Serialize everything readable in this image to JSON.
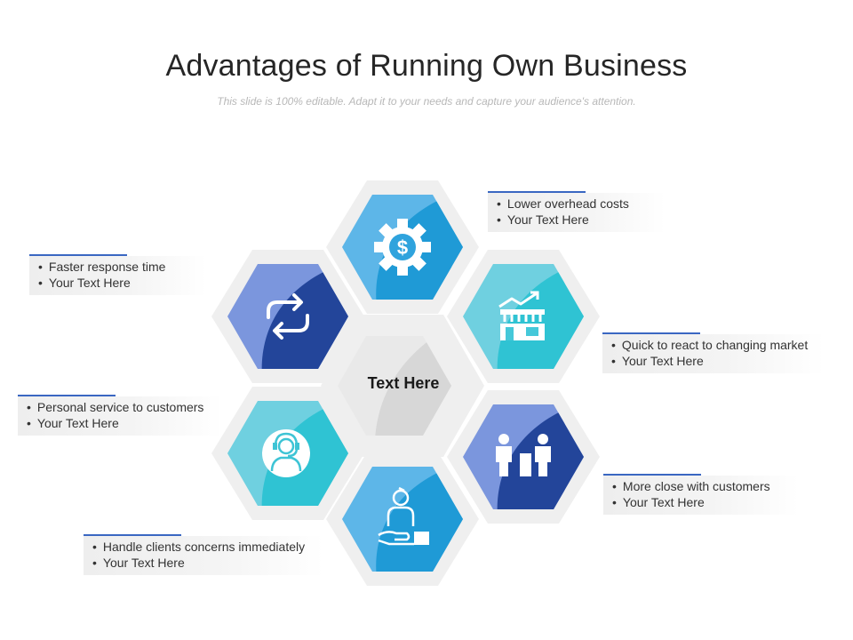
{
  "slide": {
    "title": "Advantages of Running Own Business",
    "subtitle": "This slide is 100% editable. Adapt it to your needs and capture your audience's attention.",
    "center_label": "Text Here"
  },
  "colors": {
    "hex_outer": "#efefef",
    "center_light": "#e9e9e9",
    "center_dark": "#d7d7d7",
    "blue_light": "#5db6e8",
    "blue_dark": "#1f9ad6",
    "teal_light": "#6fd0e0",
    "teal_dark": "#2fc3d3",
    "navy_light": "#7b96dd",
    "navy_dark": "#23459a",
    "callout_rule": "#3a67c2"
  },
  "hexagons": [
    {
      "id": "top",
      "icon": "dollar-gear-icon",
      "palette": "blue"
    },
    {
      "id": "upper-right",
      "icon": "storefront-growth-icon",
      "palette": "teal"
    },
    {
      "id": "lower-right",
      "icon": "meeting-people-icon",
      "palette": "navy"
    },
    {
      "id": "bottom",
      "icon": "service-person-hand-icon",
      "palette": "blue"
    },
    {
      "id": "lower-left",
      "icon": "headset-support-icon",
      "palette": "teal"
    },
    {
      "id": "upper-left",
      "icon": "refresh-arrows-icon",
      "palette": "navy"
    }
  ],
  "callouts": {
    "lower_overhead": {
      "line1": "Lower overhead costs",
      "line2": "Your Text Here"
    },
    "faster_response": {
      "line1": "Faster response time",
      "line2": "Your Text Here"
    },
    "quick_react": {
      "line1": "Quick to react to changing market",
      "line2": "Your Text Here"
    },
    "personal_service": {
      "line1": "Personal service to customers",
      "line2": "Your Text Here"
    },
    "more_close": {
      "line1": "More close with customers",
      "line2": "Your Text Here"
    },
    "handle_clients": {
      "line1": "Handle clients concerns immediately",
      "line2": "Your Text Here"
    }
  }
}
